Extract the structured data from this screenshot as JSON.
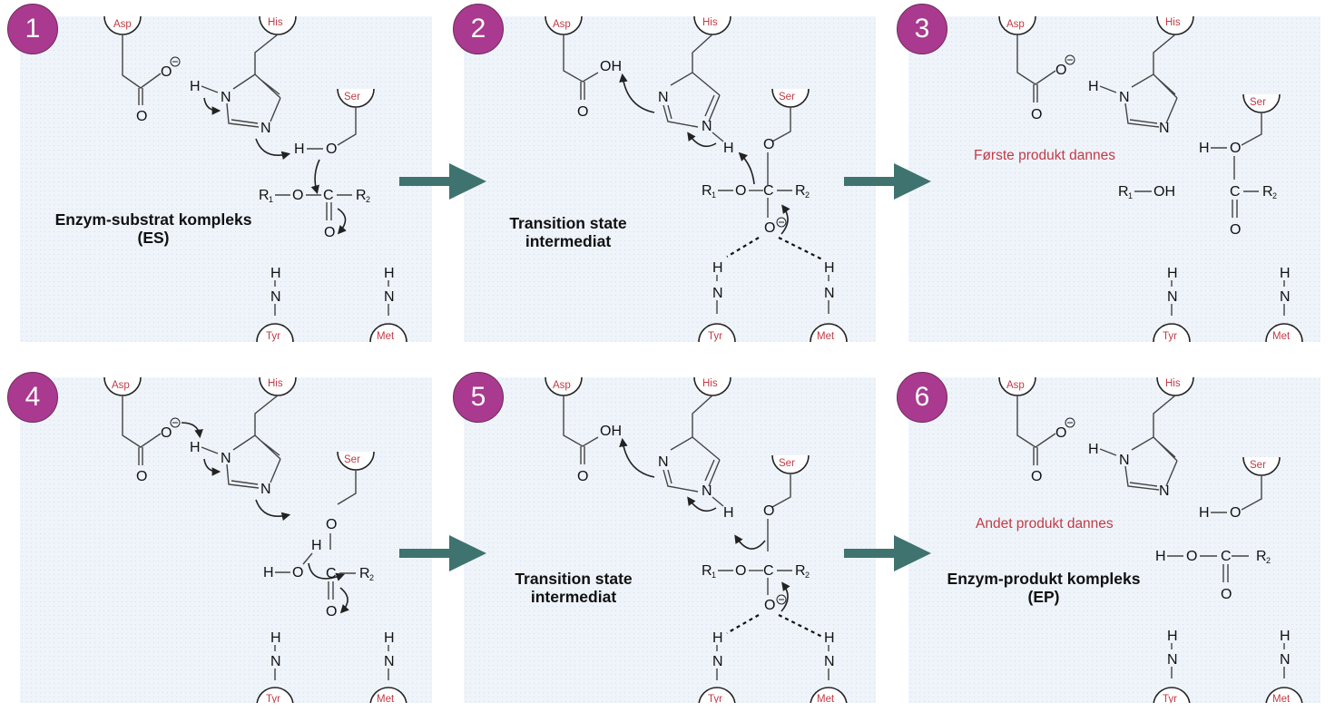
{
  "figure": {
    "title": "Serine protease catalytic mechanism (6 steps)",
    "colors": {
      "badge": "#a93a8f",
      "arrow": "#3e7370",
      "residue_label": "#c23a45",
      "panel_bg": "#eff4fb"
    }
  },
  "residues": {
    "asp": "Asp",
    "his": "His",
    "ser": "Ser",
    "tyr": "Tyr",
    "met": "Met"
  },
  "atoms": {
    "O": "O",
    "OH": "OH",
    "H": "H",
    "N": "N",
    "C": "C",
    "R": "R",
    "one": "1",
    "two": "2",
    "minus": "−"
  },
  "panels": [
    {
      "step": "1",
      "caption_line1": "Enzym-substrat kompleks",
      "caption_line2": "(ES)",
      "note": ""
    },
    {
      "step": "2",
      "caption_line1": "Transition state",
      "caption_line2": "intermediat",
      "note": ""
    },
    {
      "step": "3",
      "caption_line1": "",
      "caption_line2": "",
      "note": "Første produkt dannes",
      "product": "R1—OH"
    },
    {
      "step": "4",
      "caption_line1": "",
      "caption_line2": "",
      "note": ""
    },
    {
      "step": "5",
      "caption_line1": "Transition state",
      "caption_line2": "intermediat",
      "note": ""
    },
    {
      "step": "6",
      "caption_line1": "Enzym-produkt kompleks",
      "caption_line2": "(EP)",
      "note": "Andet produkt dannes"
    }
  ],
  "flow_arrows": [
    {
      "from": "1",
      "to": "2"
    },
    {
      "from": "2",
      "to": "3"
    },
    {
      "from": "4",
      "to": "5"
    },
    {
      "from": "5",
      "to": "6"
    }
  ]
}
